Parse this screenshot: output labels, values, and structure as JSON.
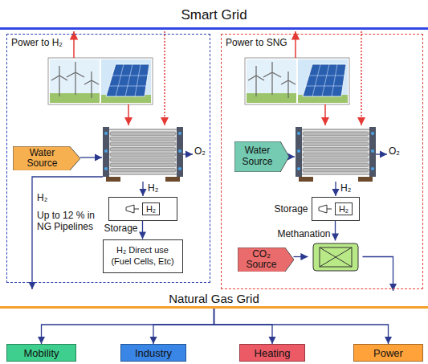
{
  "diagram": {
    "nodes": [
      {
        "text": [
          "Smart Grid"
        ]
      },
      {
        "text": [
          "Power to H₂"
        ]
      },
      {
        "text": [
          "Water Source"
        ],
        "in": 1
      },
      {
        "text": [
          "H₂",
          "Storage"
        ],
        "in": 1
      },
      {
        "text": [
          "H₂ Direct use (Fuel Cells, Etc)"
        ],
        "in": 1
      },
      {
        "text": [
          "Power to SNG"
        ]
      },
      {
        "text": [
          "Water Source"
        ],
        "in": 5
      },
      {
        "text": [
          "Storage",
          "H₂"
        ],
        "in": 5
      },
      {
        "text": [
          "CO₂ Source"
        ],
        "in": 5
      },
      {
        "text": [
          "Methanation"
        ],
        "in": 5
      },
      {
        "text": [
          "Natural Gas Grid"
        ]
      },
      {
        "text": [
          "Mobility"
        ]
      },
      {
        "text": [
          "Industry"
        ]
      },
      {
        "text": [
          "Heating"
        ]
      },
      {
        "text": [
          "Power"
        ]
      }
    ],
    "edges": [
      {
        "from": 3,
        "to": 4,
        "arrow": "to"
      },
      {
        "from": 7,
        "to": 9,
        "arrow": "to"
      },
      {
        "from": 8,
        "to": 9,
        "arrow": "to"
      },
      {
        "from": 9,
        "to": 10,
        "arrow": "to"
      },
      {
        "from": 10,
        "to": 11,
        "arrow": "to"
      },
      {
        "from": 10,
        "to": 12,
        "arrow": "to"
      },
      {
        "from": 10,
        "to": 13,
        "arrow": "to"
      },
      {
        "from": 10,
        "to": 14,
        "arrow": "to"
      }
    ],
    "labels": [
      "O₂",
      "H₂",
      "H₂",
      "Up to 12 % in NG Pipelines",
      "O₂",
      "H₂"
    ]
  }
}
